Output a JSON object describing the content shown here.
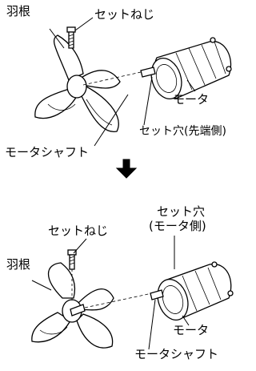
{
  "top_panel": {
    "blade_label": "羽根",
    "set_screw_label": "セットねじ",
    "motor_label": "モータ",
    "set_hole_label": "セット穴(先端側)",
    "motor_shaft_label": "モータシャフト"
  },
  "arrow": {
    "icon": "down-arrow-icon"
  },
  "bottom_panel": {
    "set_hole_label_line1": "セット穴",
    "set_hole_label_line2": "(モータ側)",
    "set_screw_label": "セットねじ",
    "blade_label": "羽根",
    "motor_label": "モータ",
    "motor_shaft_label": "モータシャフト"
  }
}
